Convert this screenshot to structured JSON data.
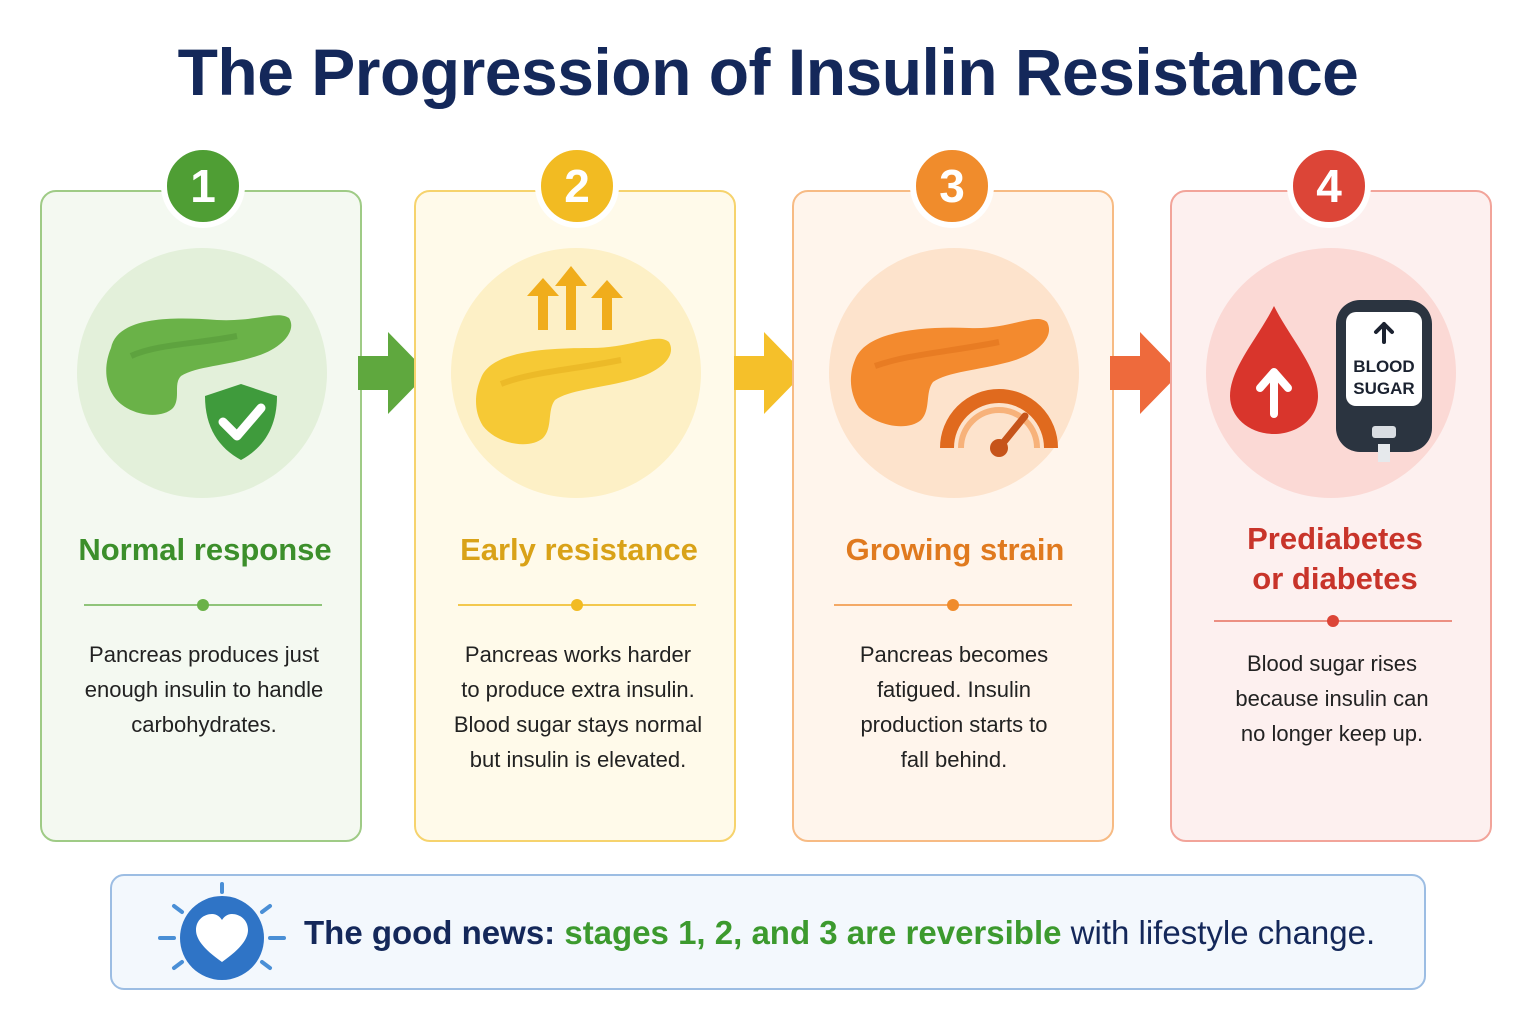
{
  "title": "The Progression of Insulin Resistance",
  "colors": {
    "green": "#4f9e34",
    "yellow": "#f2bb22",
    "orange": "#f08c2c",
    "red": "#dc4537",
    "navy": "#14285a"
  },
  "stages": [
    {
      "number": "1",
      "title": "Normal response",
      "description_lines": [
        "Pancreas produces just",
        "enough insulin to handle",
        "carbohydrates."
      ],
      "icons": [
        "pancreas-icon",
        "shield-check-icon"
      ]
    },
    {
      "number": "2",
      "title": "Early resistance",
      "description_lines": [
        "Pancreas works harder",
        "to produce extra insulin.",
        "Blood sugar stays normal",
        "but insulin is elevated."
      ],
      "icons": [
        "pancreas-icon",
        "up-arrows-icon"
      ]
    },
    {
      "number": "3",
      "title": "Growing strain",
      "description_lines": [
        "Pancreas becomes",
        "fatigued. Insulin",
        "production starts to",
        "fall behind."
      ],
      "icons": [
        "pancreas-icon",
        "gauge-icon"
      ]
    },
    {
      "number": "4",
      "title_lines": [
        "Prediabetes",
        "or diabetes"
      ],
      "description_lines": [
        "Blood sugar rises",
        "because insulin can",
        "no longer keep up."
      ],
      "icons": [
        "blood-drop-icon",
        "glucose-meter-icon"
      ],
      "meter_label_lines": [
        "BLOOD",
        "SUGAR"
      ]
    }
  ],
  "banner": {
    "lead": "The good news:",
    "highlight": "stages 1, 2, and 3 are reversible",
    "tail": "with lifestyle change.",
    "icon": "heart-icon"
  }
}
